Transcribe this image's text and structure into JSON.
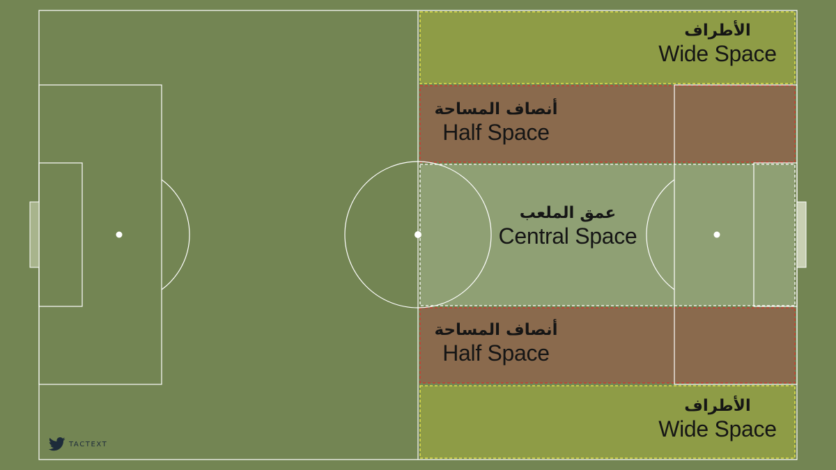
{
  "zones": {
    "wide_top": {
      "ar": "الأطراف",
      "en": "Wide Space"
    },
    "half_top": {
      "ar": "أنصاف المساحة",
      "en": "Half Space"
    },
    "central": {
      "ar": "عمق الملعب",
      "en": "Central Space"
    },
    "half_bottom": {
      "ar": "أنصاف المساحة",
      "en": "Half Space"
    },
    "wide_bottom": {
      "ar": "الأطراف",
      "en": "Wide Space"
    }
  },
  "brand": {
    "text": "TACTEXT",
    "icon": "twitter-bird-icon"
  },
  "colors": {
    "pitch": "#738553",
    "lines": "#ffffff",
    "wide_fill": "#8e9c46",
    "wide_border": "#f2ee4a",
    "half_fill": "#8a6a4d",
    "half_border": "#d6322c",
    "central_fill": "#8fa074",
    "central_border": "#ffffff"
  }
}
